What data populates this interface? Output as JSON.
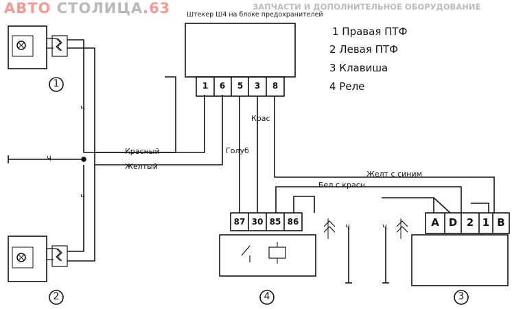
{
  "brand": {
    "logo_part1": "АВТО ",
    "logo_part2": "СТОЛИЦА",
    "logo_part3": ".63",
    "tagline": "ЗАПЧАСТИ И ДОПОЛНИТЕЛЬНОЕ ОБОРУДОВАНИЕ"
  },
  "caption": "Штекер Ш4 на блоке предохранителей",
  "legend": [
    "1 Правая ПТФ",
    "2 Левая ПТФ",
    "3 Клавиша",
    "4 Реле"
  ],
  "fuse_block_pins": [
    "1",
    "6",
    "5",
    "3",
    "8"
  ],
  "relay_pins": [
    "87",
    "30",
    "85",
    "86"
  ],
  "switch_pins": [
    "A",
    "D",
    "2",
    "1",
    "B"
  ],
  "wire_labels": {
    "red": "Красный",
    "yellow": "Желтый",
    "blue": "Голуб",
    "red_short": "Крас",
    "yellow_blue": "Желт с синим",
    "white_red": "Бел с красн"
  },
  "ground_mark": "Ч",
  "component_numbers": [
    "1",
    "2",
    "3",
    "4"
  ],
  "colors": {
    "brand_red": "#f39a93",
    "brand_gray": "#b9b9b9",
    "line": "#111111"
  }
}
